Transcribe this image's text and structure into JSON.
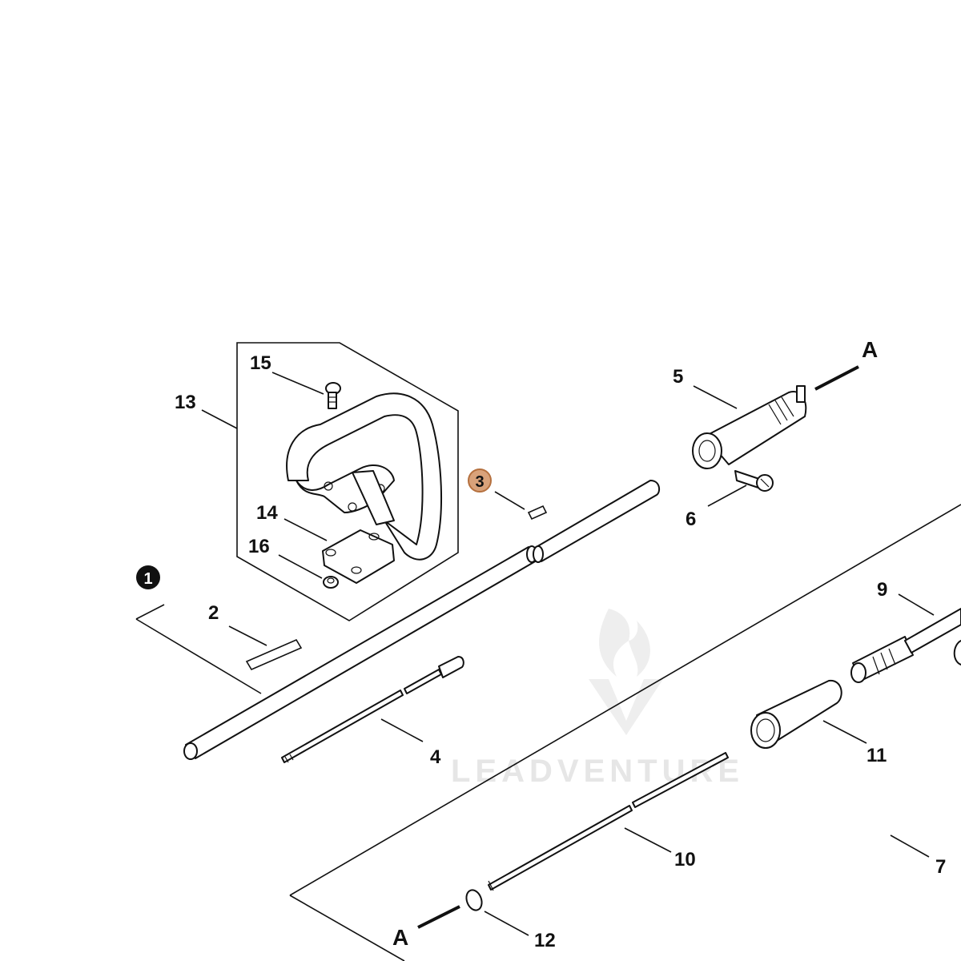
{
  "watermark": {
    "text": "LEADVENTURE",
    "color": "#e6e6e6"
  },
  "labels": {
    "l2": "2",
    "l3": "3",
    "l4": "4",
    "l5": "5",
    "l6": "6",
    "l7": "7",
    "l9": "9",
    "l10": "10",
    "l11": "11",
    "l12": "12",
    "l13": "13",
    "l14": "14",
    "l15": "15",
    "l16": "16",
    "a_top": "A",
    "a_bottom": "A"
  },
  "badges": {
    "black_badge": "1",
    "highlight_badge": "3"
  },
  "colors": {
    "highlight_fill": "#d9a27a",
    "highlight_stroke": "#b5703e",
    "ink": "#111111"
  }
}
